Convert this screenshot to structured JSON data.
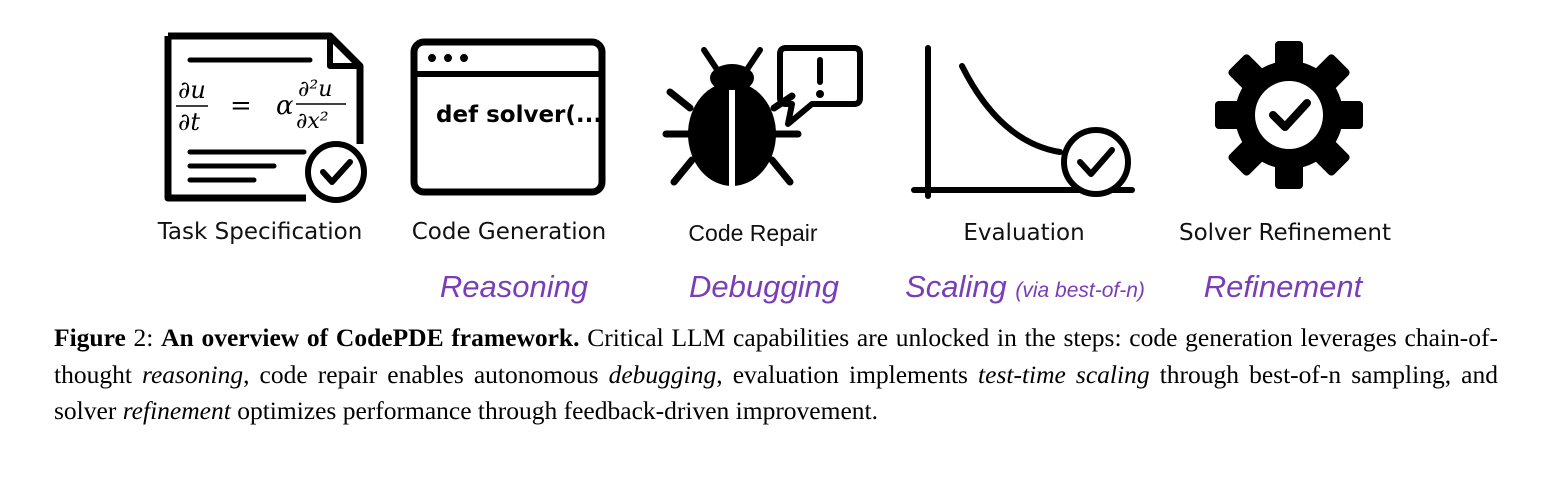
{
  "diagram": {
    "steps": [
      {
        "id": "task",
        "label": "Task Specification",
        "icon": "document-equation-check-icon"
      },
      {
        "id": "codegen",
        "label": "Code Generation",
        "icon": "code-window-icon"
      },
      {
        "id": "repair",
        "label": "Code Repair",
        "icon": "bug-alert-icon"
      },
      {
        "id": "eval",
        "label": "Evaluation",
        "icon": "decay-curve-check-icon"
      },
      {
        "id": "refine",
        "label": "Solver Refinement",
        "icon": "gear-check-icon"
      }
    ],
    "equation": {
      "lhs_num": "∂u",
      "lhs_den": "∂t",
      "eq": "=",
      "alpha": "α",
      "rhs_num": "∂²u",
      "rhs_den": "∂x²"
    },
    "code_snippet": "def solver(...",
    "capabilities": [
      {
        "label": "Reasoning",
        "note": ""
      },
      {
        "label": "Debugging",
        "note": ""
      },
      {
        "label": "Scaling",
        "note": "(via best-of-n)"
      },
      {
        "label": "Refinement",
        "note": ""
      }
    ],
    "colors": {
      "capability": "#7a3db8",
      "icon": "#000000"
    }
  },
  "caption": {
    "figure_label": "Figure",
    "figure_number": "2:",
    "title": "An overview of CodePDE framework.",
    "parts": [
      " Critical LLM capabilities are unlocked in the steps: code generation leverages chain-of-thought ",
      "reasoning",
      ", code repair enables autonomous ",
      "debugging",
      ", evaluation implements ",
      "test-time scaling",
      " through best-of-n sampling, and solver ",
      "refinement",
      " optimizes performance through feedback-driven improvement."
    ]
  }
}
